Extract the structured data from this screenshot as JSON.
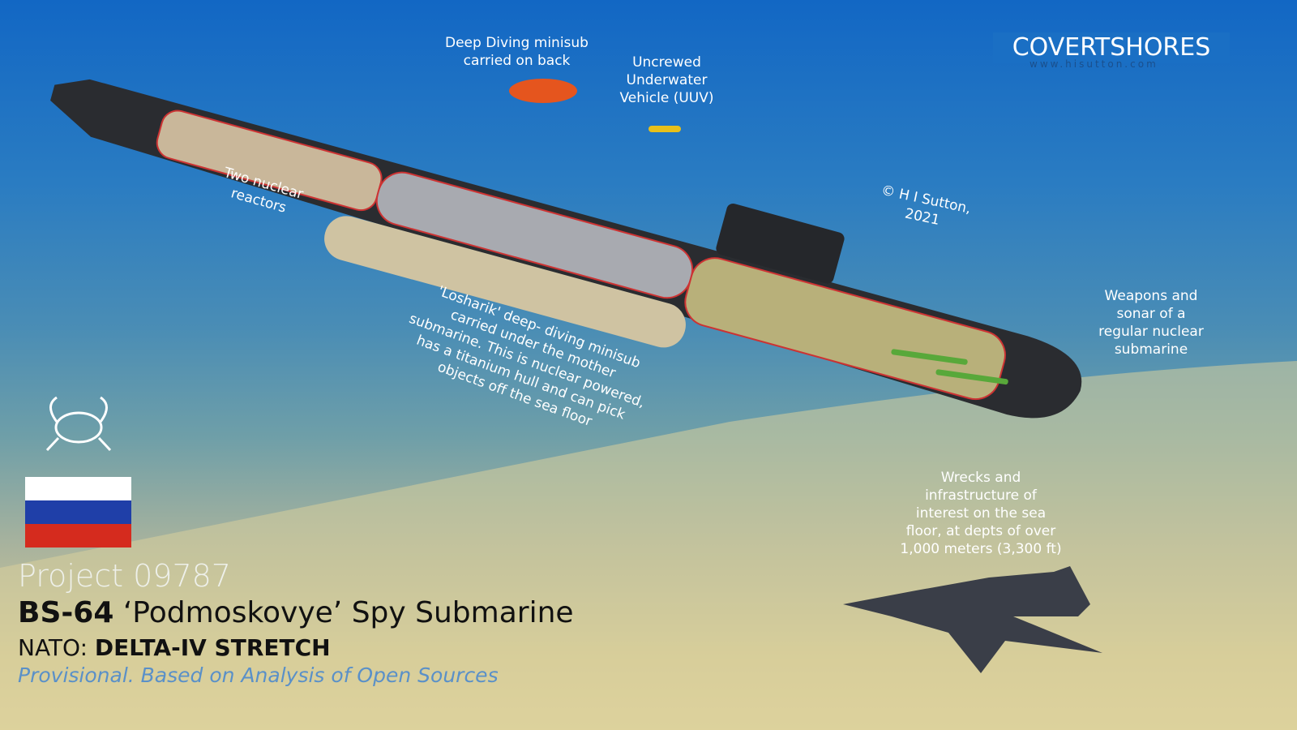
{
  "logo": {
    "name": "COVERTSHORES",
    "url": "www.hisutton.com"
  },
  "labels": {
    "deep_diving": "Deep Diving minisub carried on back",
    "uuv": "Uncrewed Underwater Vehicle (UUV)",
    "reactors": "Two nuclear reactors",
    "copyright": "© H I Sutton, 2021",
    "weapons": "Weapons and sonar of a regular nuclear submarine",
    "losharik": "'Losharik' deep- diving minisub carried under the mother submarine. This is nuclear powered, has a titanium hull and can pick objects off the sea floor",
    "wrecks": "Wrecks and infrastructure of interest on the sea floor, at depts of over 1,000 meters (3,300 ft)"
  },
  "title": {
    "project": "Project 09787",
    "bold": "BS-64",
    "name": "‘Podmoskovye’ Spy Submarine",
    "nato_prefix": "NATO: ",
    "nato_class": "DELTA-IV STRETCH",
    "note": "Provisional. Based on Analysis of Open Sources"
  },
  "colors": {
    "flag_white": "#ffffff",
    "flag_blue": "#1f3fa8",
    "flag_red": "#d52b1e"
  }
}
